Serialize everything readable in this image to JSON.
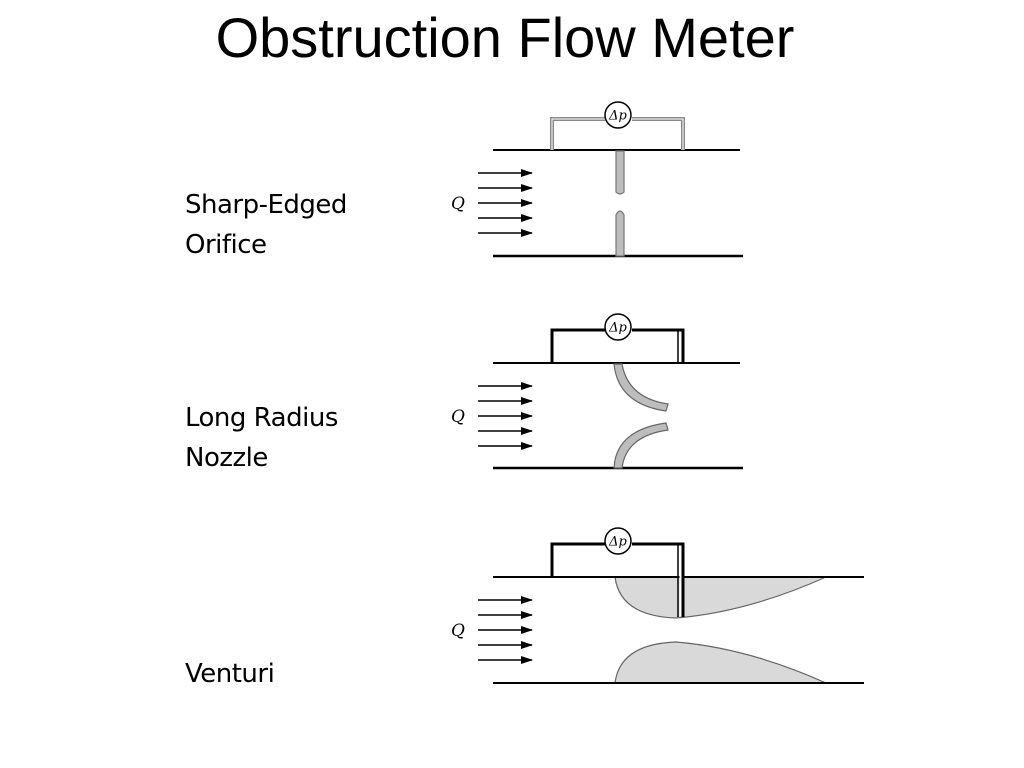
{
  "slide": {
    "title": "Obstruction Flow Meter"
  },
  "colors": {
    "ink": "#000000",
    "fill": "#d9d9d9",
    "gray_wall": "#8a8a8a"
  },
  "meters": [
    {
      "id": "orifice",
      "label_lines": [
        "Sharp-Edged",
        "Orifice"
      ],
      "flow_symbol": "Q",
      "pressure_symbol": "Δp"
    },
    {
      "id": "nozzle",
      "label_lines": [
        "Long Radius",
        "Nozzle"
      ],
      "flow_symbol": "Q",
      "pressure_symbol": "Δp"
    },
    {
      "id": "venturi",
      "label_lines": [
        "Venturi"
      ],
      "flow_symbol": "Q",
      "pressure_symbol": "Δp"
    }
  ]
}
